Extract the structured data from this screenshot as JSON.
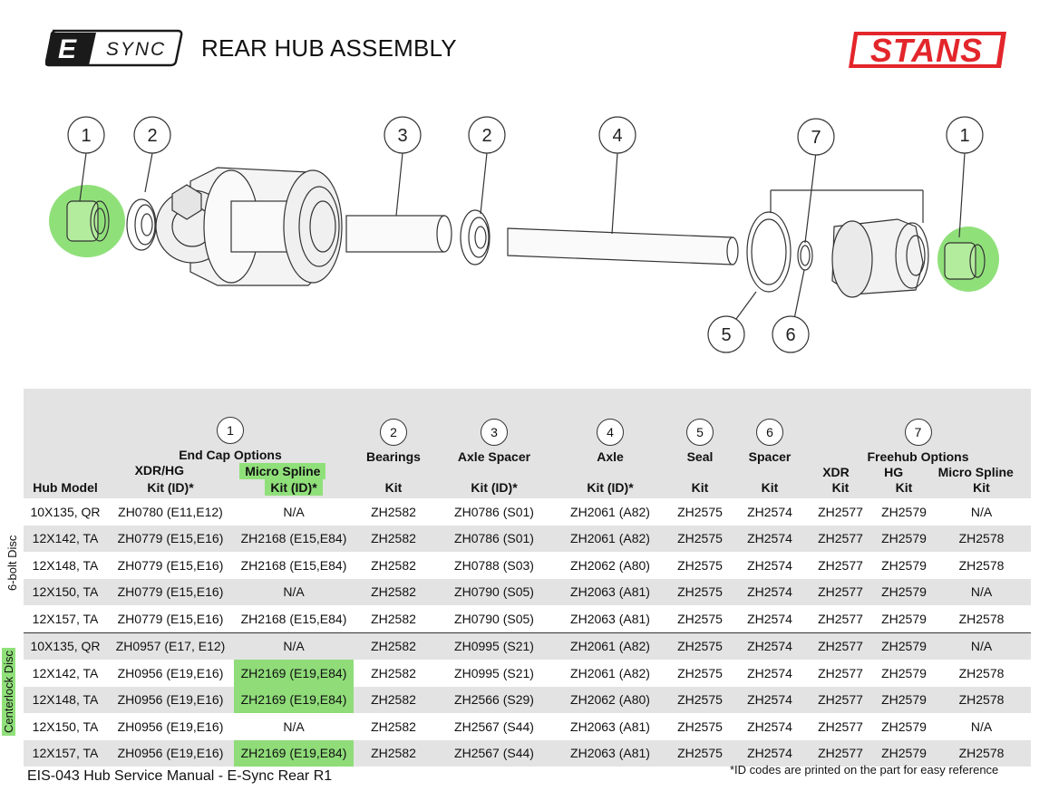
{
  "header": {
    "logo_esync": "E-SYNC",
    "logo_esync_e": "E",
    "logo_esync_rest": "SYNC",
    "title": "REAR HUB ASSEMBLY",
    "logo_stans": "STANS",
    "brand_red": "#e3262b",
    "highlight_green": "#90e07a"
  },
  "diagram": {
    "callouts": [
      "1",
      "2",
      "3",
      "2",
      "4",
      "7",
      "1",
      "5",
      "6"
    ]
  },
  "table": {
    "groups": {
      "end_cap": {
        "num": "1",
        "title": "End Cap Options",
        "sub1": "XDR/HG",
        "sub2": "Micro Spline"
      },
      "bearings": {
        "num": "2",
        "title": "Bearings"
      },
      "axle_spacer": {
        "num": "3",
        "title": "Axle Spacer"
      },
      "axle": {
        "num": "4",
        "title": "Axle"
      },
      "seal": {
        "num": "5",
        "title": "Seal"
      },
      "spacer": {
        "num": "6",
        "title": "Spacer"
      },
      "freehub": {
        "num": "7",
        "title": "Freehub Options",
        "sub1": "XDR",
        "sub2": "HG",
        "sub3": "Micro Spline"
      }
    },
    "columns": [
      "Hub Model",
      "Kit (ID)*",
      "Kit  (ID)*",
      "Kit",
      "Kit (ID)*",
      "Kit  (ID)*",
      "Kit",
      "Kit",
      "Kit",
      "Kit",
      "Kit"
    ],
    "sections": [
      {
        "label": "6-bolt Disc",
        "rows": [
          [
            "10X135, QR",
            "ZH0780 (E11,E12)",
            "N/A",
            "ZH2582",
            "ZH0786 (S01)",
            "ZH2061 (A82)",
            "ZH2575",
            "ZH2574",
            "ZH2577",
            "ZH2579",
            "N/A"
          ],
          [
            "12X142, TA",
            "ZH0779 (E15,E16)",
            "ZH2168 (E15,E84)",
            "ZH2582",
            "ZH0786 (S01)",
            "ZH2061 (A82)",
            "ZH2575",
            "ZH2574",
            "ZH2577",
            "ZH2579",
            "ZH2578"
          ],
          [
            "12X148, TA",
            "ZH0779 (E15,E16)",
            "ZH2168 (E15,E84)",
            "ZH2582",
            "ZH0788 (S03)",
            "ZH2062 (A80)",
            "ZH2575",
            "ZH2574",
            "ZH2577",
            "ZH2579",
            "ZH2578"
          ],
          [
            "12X150, TA",
            "ZH0779 (E15,E16)",
            "N/A",
            "ZH2582",
            "ZH0790 (S05)",
            "ZH2063 (A81)",
            "ZH2575",
            "ZH2574",
            "ZH2577",
            "ZH2579",
            "N/A"
          ],
          [
            "12X157, TA",
            "ZH0779 (E15,E16)",
            "ZH2168 (E15,E84)",
            "ZH2582",
            "ZH0790 (S05)",
            "ZH2063 (A81)",
            "ZH2575",
            "ZH2574",
            "ZH2577",
            "ZH2579",
            "ZH2578"
          ]
        ]
      },
      {
        "label": "Centerlock Disc",
        "rows": [
          [
            "10X135, QR",
            "ZH0957 (E17, E12)",
            "N/A",
            "ZH2582",
            "ZH0995 (S21)",
            "ZH2061 (A82)",
            "ZH2575",
            "ZH2574",
            "ZH2577",
            "ZH2579",
            "N/A"
          ],
          [
            "12X142, TA",
            "ZH0956 (E19,E16)",
            "ZH2169 (E19,E84)",
            "ZH2582",
            "ZH0995 (S21)",
            "ZH2061 (A82)",
            "ZH2575",
            "ZH2574",
            "ZH2577",
            "ZH2579",
            "ZH2578"
          ],
          [
            "12X148, TA",
            "ZH0956 (E19,E16)",
            "ZH2169 (E19,E84)",
            "ZH2582",
            "ZH2566 (S29)",
            "ZH2062 (A80)",
            "ZH2575",
            "ZH2574",
            "ZH2577",
            "ZH2579",
            "ZH2578"
          ],
          [
            "12X150, TA",
            "ZH0956 (E19,E16)",
            "N/A",
            "ZH2582",
            "ZH2567 (S44)",
            "ZH2063 (A81)",
            "ZH2575",
            "ZH2574",
            "ZH2577",
            "ZH2579",
            "N/A"
          ],
          [
            "12X157, TA",
            "ZH0956 (E19,E16)",
            "ZH2169 (E19,E84)",
            "ZH2582",
            "ZH2567 (S44)",
            "ZH2063 (A81)",
            "ZH2575",
            "ZH2574",
            "ZH2577",
            "ZH2579",
            "ZH2578"
          ]
        ]
      }
    ]
  },
  "footer": {
    "left": "EIS-043 Hub Service Manual - E-Sync Rear R1",
    "right": "*ID codes are printed on the part for easy reference"
  }
}
